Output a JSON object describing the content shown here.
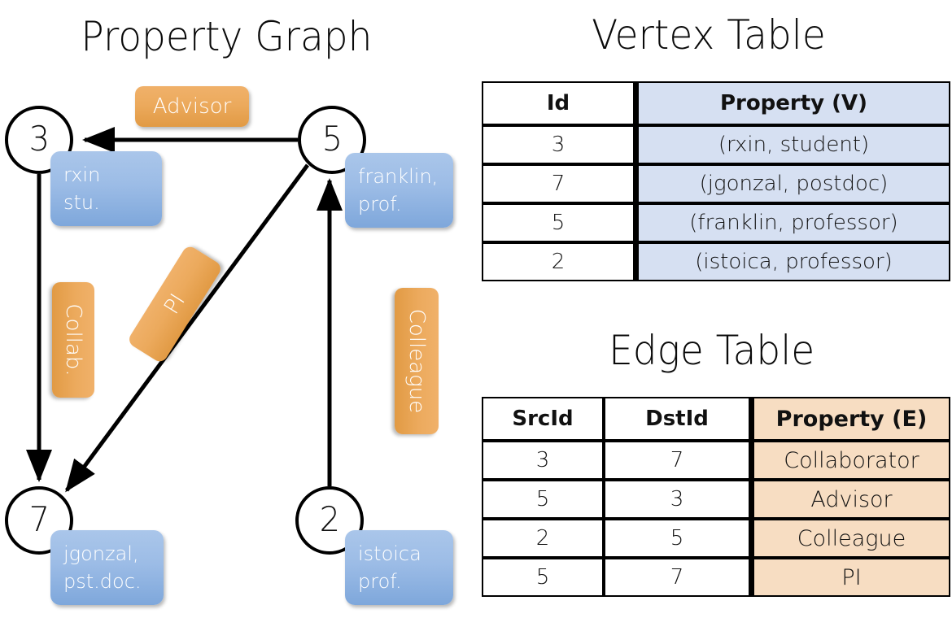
{
  "titles": {
    "property_graph": "Property Graph",
    "vertex_table": "Vertex Table",
    "edge_table": "Edge Table"
  },
  "graph": {
    "nodes": [
      {
        "id": "3",
        "label": "3",
        "property_line1": "rxin",
        "property_line2": "stu."
      },
      {
        "id": "5",
        "label": "5",
        "property_line1": "franklin,",
        "property_line2": "prof."
      },
      {
        "id": "7",
        "label": "7",
        "property_line1": "jgonzal,",
        "property_line2": "pst.doc."
      },
      {
        "id": "2",
        "label": "2",
        "property_line1": "istoica",
        "property_line2": "prof."
      }
    ],
    "edge_labels": {
      "advisor": "Advisor",
      "collab": "Collab.",
      "pi": "PI",
      "colleague": "Colleague"
    }
  },
  "vertex_table": {
    "headers": [
      "Id",
      "Property (V)"
    ],
    "rows": [
      {
        "id": "3",
        "property": "(rxin, student)"
      },
      {
        "id": "7",
        "property": "(jgonzal, postdoc)"
      },
      {
        "id": "5",
        "property": "(franklin, professor)"
      },
      {
        "id": "2",
        "property": "(istoica, professor)"
      }
    ]
  },
  "edge_table": {
    "headers": [
      "SrcId",
      "DstId",
      "Property (E)"
    ],
    "rows": [
      {
        "src": "3",
        "dst": "7",
        "property": "Collaborator"
      },
      {
        "src": "5",
        "dst": "3",
        "property": "Advisor"
      },
      {
        "src": "2",
        "dst": "5",
        "property": "Colleague"
      },
      {
        "src": "5",
        "dst": "7",
        "property": "PI"
      }
    ]
  },
  "colors": {
    "vertex_property_fill": "#d6e0f2",
    "edge_property_fill": "#f7ddc2",
    "vertex_box_blue": "#9cbce6",
    "edge_box_orange": "#ecaa5d",
    "stroke": "#000000",
    "background": "#ffffff"
  }
}
